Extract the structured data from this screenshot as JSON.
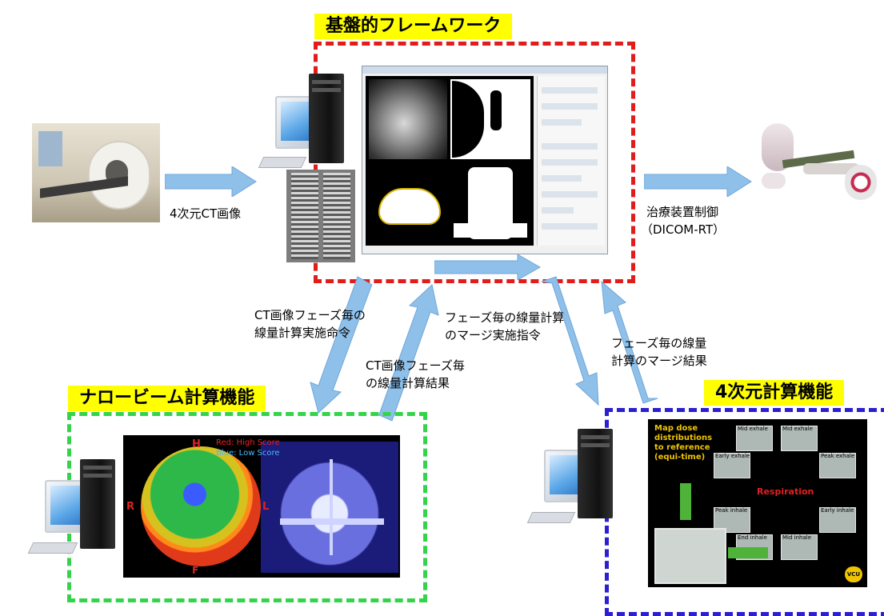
{
  "titles": {
    "framework": "基盤的フレームワーク",
    "narrow_beam": "ナロービーム計算機能",
    "four_d": "4次元計算機能"
  },
  "labels": {
    "ct_input": "4次元CT画像",
    "control_line1": "治療装置制御",
    "control_line2": "（DICOM-RT）",
    "cmd_line1": "CT画像フェーズ毎の",
    "cmd_line2": "線量計算実施命令",
    "result_line1": "CT画像フェーズ毎",
    "result_line2": "の線量計算結果",
    "merge_cmd_line1": "フェーズ毎の線量計算",
    "merge_cmd_line2": "のマージ実施指令",
    "merge_result_line1": "フェーズ毎の線量",
    "merge_result_line2": "計算のマージ結果"
  },
  "beam_image": {
    "top": "H",
    "left": "R",
    "right": "L",
    "bottom": "F",
    "legend_red": "Red: High Score",
    "legend_blue": "Blue: Low Score"
  },
  "fourd_image": {
    "title_lines": [
      "Map dose",
      "distributions",
      "to reference",
      "(equi-time)"
    ],
    "center": "Respiration",
    "tiles": [
      "Mid exhale",
      "Mid exhale",
      "Early exhale",
      "Peak exhale",
      "Peak inhale",
      "Early inhale",
      "End inhale",
      "Mid inhale"
    ],
    "badge": "VCU"
  },
  "colors": {
    "framework_border": "#e21b1b",
    "narrow_border": "#34d44a",
    "four_d_border": "#2b1fd0",
    "label_bg": "#ffff00",
    "arrow": "#8fc0ea"
  }
}
